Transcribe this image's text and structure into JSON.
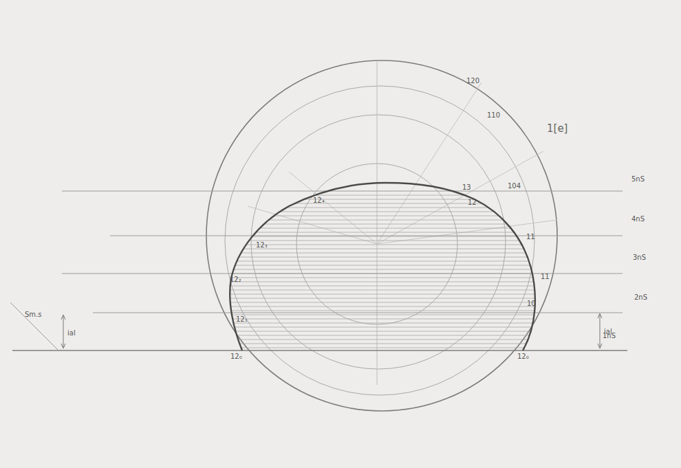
{
  "diagram": {
    "labels": [
      "1[e]",
      "5nS",
      "4nS",
      "3nS",
      "2nS",
      "1nS",
      "Sm.s",
      "ial",
      "ial",
      "12₀",
      "12₀",
      "12₁",
      "12₂",
      "12₃",
      "12₄",
      "13",
      "12",
      "11",
      "11",
      "10",
      "104",
      "120",
      "110"
    ]
  }
}
